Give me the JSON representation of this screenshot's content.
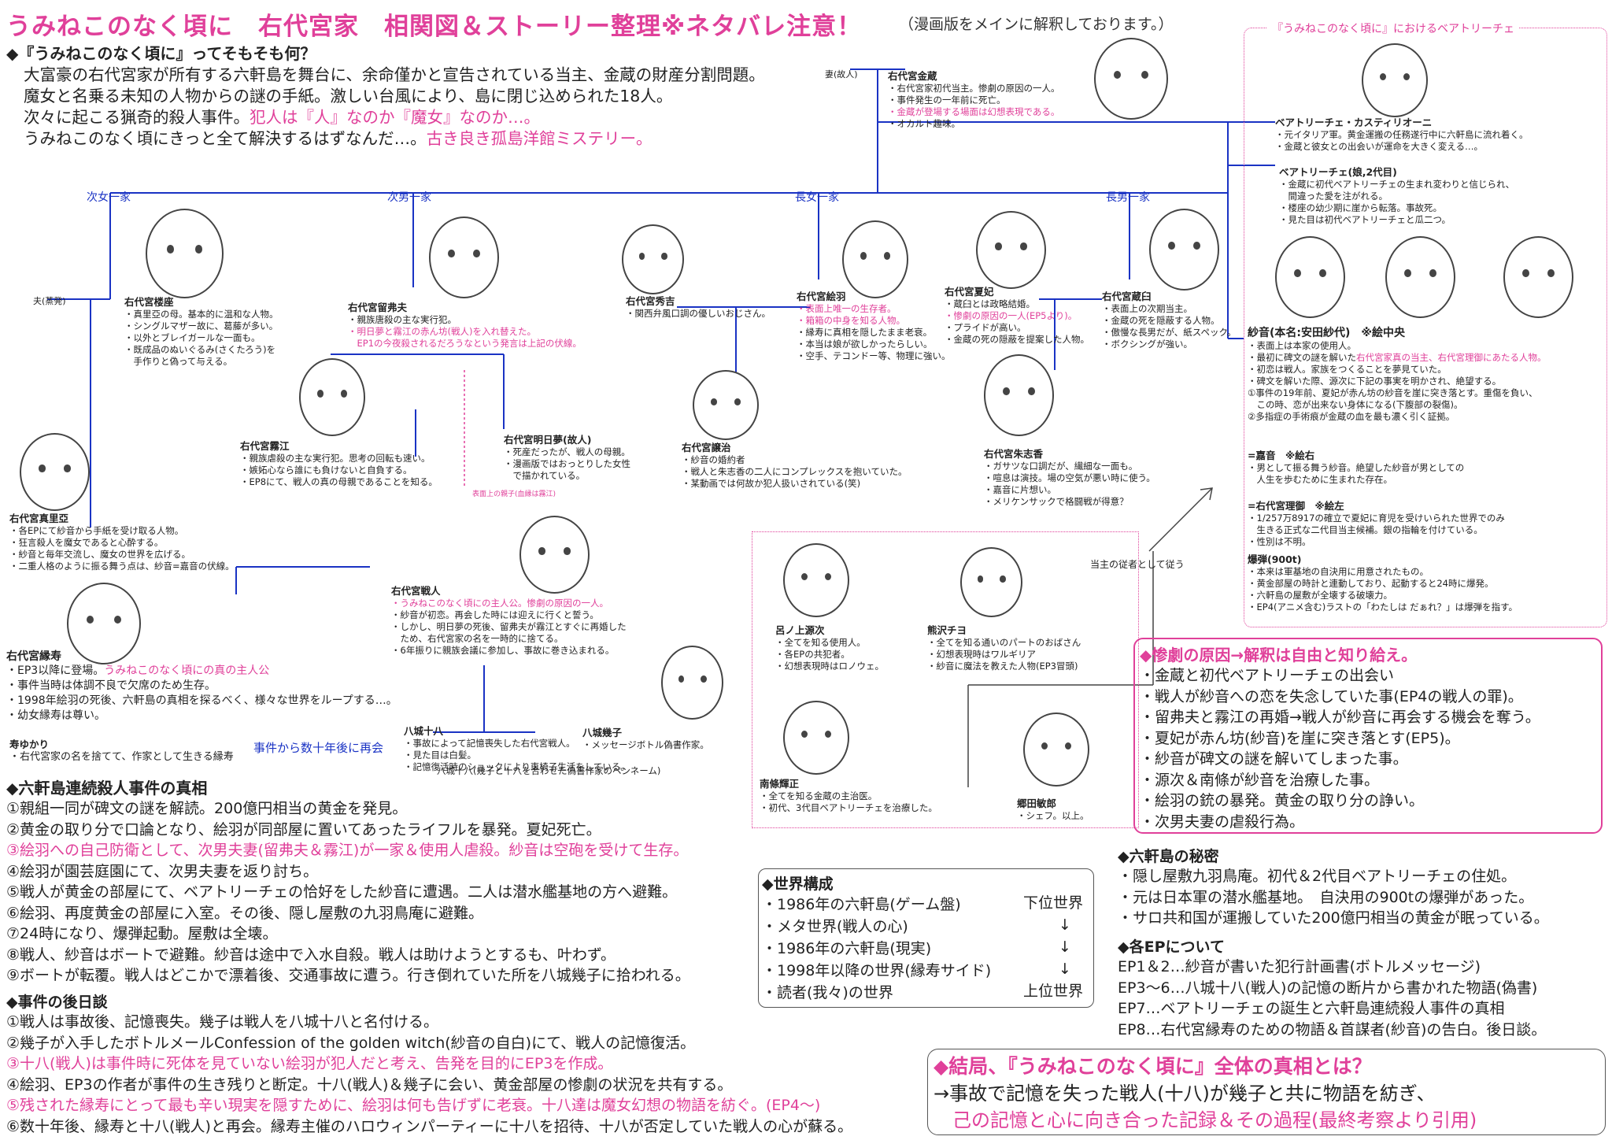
{
  "header": {
    "title": "うみねこのなく頃に　右代宮家　相関図＆ストーリー整理※ネタバレ注意！",
    "subtitle": "（漫画版をメインに解釈しております。）"
  },
  "intro": {
    "heading": "◆『うみねこのなく頃に』ってそもそも何？",
    "lines": [
      "大富豪の右代宮家が所有する六軒島を舞台に、余命僅かと宣告されている当主、金蔵の財産分割問題。",
      "魔女と名乗る未知の人物からの謎の手紙。激しい台風により、島に閉じ込められた18人。",
      "次々に起こる猟奇的殺人事件。",
      "犯人は『人』なのか『魔女』なのか…。",
      "うみねこのなく頃にきっと全て解決するはずなんだ…。",
      "古き良き孤島洋館ミステリー。"
    ]
  },
  "families": {
    "jijo": "次女一家",
    "jinan": "次男一家",
    "chojo": "長女一家",
    "chonan": "長男一家",
    "husband_jijo": "夫(蒸発)",
    "wife_kinzo": "妻(故人)"
  },
  "kinzo": {
    "name": "右代宮金蔵",
    "notes": [
      "・右代宮家初代当主。惨劇の原因の一人。",
      "・事件発生の一年前に死亡。"
    ],
    "pink_note": "・金蔵が登場する場面は幻想表現である。",
    "notes2": [
      "・オカルト趣味。"
    ]
  },
  "beatrice_box": {
    "heading": "『うみねこのなく頃に』におけるベアトリーチェ",
    "b1_name": "ベアトリーチェ・カスティリオーニ",
    "b1_notes": [
      "・元イタリア軍。黄金運搬の任務遂行中に六軒島に流れ着く。",
      "・金蔵と彼女との出会いが運命を大きく変える…。"
    ],
    "b2_name": "ベアトリーチェ(娘,2代目)",
    "b2_notes": [
      "・金蔵に初代ベアトリーチェの生まれ変わりと信じられ、",
      "　間違った愛を注がれる。",
      "・楼座の幼少期に崖から転落。事故死。",
      "・見た目は初代ベアトリーチェと瓜二つ。"
    ],
    "shannon_name": "紗音(本名:安田紗代)　※絵中央",
    "shannon_notes": [
      "・表面上は本家の使用人。",
      "・最初に碑文の謎を解いた"
    ],
    "shannon_pink": "右代宮家真の当主、右代宮理御にあたる人物。",
    "shannon_notes2": [
      "・初恋は戦人。家族をつくることを夢見ていた。",
      "・碑文を解いた際、源次に下記の事実を明かされ、絶望する。",
      "①事件の19年前、夏妃が赤ん坊の紗音を崖に突き落とす。重傷を負い、",
      "　この時、恋が出来ない身体になる(下腹部の裂傷)。",
      "②多指症の手術痕が金蔵の血を最も濃く引く証拠。"
    ],
    "kanon_name": "=嘉音　※絵右",
    "kanon_notes": [
      "・男として振る舞う紗音。絶望した紗音が男としての",
      "　人生を歩むために生まれた存在。"
    ],
    "rio_name": "=右代宮理御　※絵左",
    "rio_notes": [
      "・1/257万8917の確立で夏妃に育児を受けいられた世界でのみ",
      "　生きる正式な二代目当主候補。銀の指輪を付けている。",
      "・性別は不明。"
    ],
    "bomb_name": "爆弾(900t)",
    "bomb_notes": [
      "・本来は軍基地の自決用に用意されたもの。",
      "・黄金部屋の時計と連動しており、起動すると24時に爆発。",
      "・六軒島の屋敷が全壊する破壊力。",
      "・EP4(アニメ含む)ラストの「わたしは だぁれ？」は爆弾を指す。"
    ]
  },
  "characters": {
    "rosa": {
      "name": "右代宮楼座",
      "notes": [
        "・真里亞の母。基本的に温和な人物。",
        "・シングルマザー故に、葛藤が多い。",
        "・以外とブレイガールな一面も。",
        "・既成品のぬいぐるみ(さくたろう)を",
        "　手作りと偽って与える。"
      ]
    },
    "maria": {
      "name": "右代宮真里亞",
      "notes": [
        "・各EPにて紗音から手紙を受け取る人物。",
        "・狂言殺人を魔女であると心酔する。",
        "・紗音と毎年交流し、魔女の世界を広げる。",
        "・二重人格のように振る舞う点は、紗音=嘉音の伏線。"
      ]
    },
    "rudolf": {
      "name": "右代宮留弗夫",
      "notes": [
        "・親族唐殺の主な実行犯。"
      ],
      "pink": [
        "・明日夢と霧江の赤ん坊(戦人)を入れ替えた。",
        "　EP1の今夜殺されるだろうなという発言は上記の伏線。"
      ]
    },
    "kyrie": {
      "name": "右代宮霧江",
      "notes": [
        "・親族虐殺の主な実行犯。思考の回転も速い。",
        "・嫉妬心なら誰にも負けないと自負する。",
        "・EP8にて、戦人の真の母親であることを知る。"
      ]
    },
    "asumu": {
      "name": "右代宮明日夢(故人)",
      "notes": [
        "・死産だったが、戦人の母親。",
        "・漫画版ではおっとりした女性",
        "　で描かれている。"
      ]
    },
    "hideyoshi": {
      "name": "右代宮秀吉",
      "notes": [
        "・関西弁風口調の優しいおじさん。"
      ]
    },
    "eva": {
      "name": "右代宮絵羽",
      "pink": [
        "・表面上唯一の生存者。",
        "・箱箱の中身を知る人物。"
      ],
      "notes": [
        "・縁寿に真相を隠したまま老衰。",
        "・本当は娘が欲しかったらしい。",
        "・空手、テコンドー等、物理に強い。"
      ]
    },
    "natsuhi": {
      "name": "右代宮夏妃",
      "notes": [
        "・蔵臼とは政略結婚。"
      ],
      "pink": [
        "・惨劇の原因の一人(EP5より)。"
      ],
      "notes2": [
        "・プライドが高い。",
        "・金蔵の死の隠蔽を提案した人物。"
      ]
    },
    "krauss": {
      "name": "右代宮蔵臼",
      "notes": [
        "・表面上の次期当主。",
        "・金蔵の死を隠蔽する人物。",
        "・傲慢な長男だが、紙スペック。",
        "・ボクシングが強い。"
      ]
    },
    "george": {
      "name": "右代宮譲治",
      "notes": [
        "・紗音の婚約者",
        "・戦人と朱志香の二人にコンプレックスを抱いていた。",
        "・某動画では何故か犯人扱いされている(笑)"
      ]
    },
    "jessica": {
      "name": "右代宮朱志香",
      "notes": [
        "・ガサツな口調だが、繊細な一面も。",
        "・喧息は演技。場の空気が悪い時に使う。",
        "・嘉音に片想い。",
        "・メリケンサックで格闘戦が得意？"
      ]
    },
    "battler": {
      "name": "右代宮戦人",
      "pink": [
        "・うみねこのなく頃にの主人公。惨劇の原因の一人。"
      ],
      "notes": [
        "・紗音が初恋。再会した時には迎えに行くと誓う。",
        "・しかし、明日夢の死後、留弗夫が霧江とすぐに再婚した",
        "　ため、右代宮家の名を一時的に捨てる。",
        "・6年振りに親族会議に参加し、事故に巻き込まれる。"
      ]
    },
    "ange": {
      "name": "右代宮縁寿",
      "notes_pre": "・EP3以降に登場。",
      "pink": "うみねこのなく頃にの真の主人公",
      "notes": [
        "・事件当時は体調不良で欠席のため生存。",
        "・1998年絵羽の死後、六軒島の真相を探るべく、様々な世界をループする…。",
        "・幼女縁寿は尊い。"
      ]
    },
    "yukari": {
      "name": "寿ゆかり",
      "notes": [
        "・右代宮家の名を捨てて、作家として生きる縁寿"
      ]
    },
    "tohya": {
      "name": "八城十八",
      "notes": [
        "・事故によって記憶喪失した右代宮戦人。",
        "・見た目は白髪。",
        "・記憶復活時のショックにより車椅子生活をしている。"
      ]
    },
    "ikuko": {
      "name": "八城幾子",
      "notes": [
        "・メッセージボトル偽書作家。"
      ]
    },
    "tohya_ikuko": "八城十八(幾子と十八を合わせた偽書作家のペンネーム)",
    "reunion": "事件から数十年後に再会",
    "real_parent": "表面上の親子(血縁は霧江)"
  },
  "servants": {
    "follow_label": "当主の従者として従う",
    "genji": {
      "name": "呂ノ上源次",
      "notes": [
        "・全てを知る使用人。",
        "・各EPの共犯者。",
        "・幻想表現時はロノウェ。"
      ]
    },
    "kumasawa": {
      "name": "熊沢チヨ",
      "notes": [
        "・全てを知る通いのパートのおばさん",
        "・幻想表現時はワルギリア",
        "・紗音に魔法を教えた人物(EP3冒頭)"
      ]
    },
    "nanjo": {
      "name": "南條輝正",
      "notes": [
        "・全てを知る金蔵の主治医。",
        "・初代、3代目ベアトリーチェを治療した。"
      ]
    },
    "gohda": {
      "name": "郷田敏郎",
      "notes": [
        "・シェフ。以上。"
      ]
    }
  },
  "truth": {
    "heading": "◆六軒島連続殺人事件の真相",
    "items": [
      "①親組一同が碑文の謎を解読。200億円相当の黄金を発見。",
      "②黄金の取り分で口論となり、絵羽が同部屋に置いてあったライフルを暴発。夏妃死亡。"
    ],
    "pink_item": "③絵羽への自己防衛として、次男夫妻(留弗夫＆霧江)が一家＆使用人虐殺。紗音は空砲を受けて生存。",
    "items2": [
      "④絵羽が園芸庭園にて、次男夫妻を返り討ち。",
      "⑤戦人が黄金の部屋にて、ベアトリーチェの恰好をした紗音に遭遇。二人は潜水艦基地の方へ避難。",
      "⑥絵羽、再度黄金の部屋に入室。その後、隠し屋敷の九羽鳥庵に避難。",
      "⑦24時になり、爆弾起動。屋敷は全壊。",
      "⑧戦人、紗音はボートで避難。紗音は途中で入水自殺。戦人は助けようとするも、叶わず。",
      "⑨ボートが転覆。戦人はどこかで漂着後、交通事故に遭う。行き倒れていた所を八城幾子に拾われる。"
    ]
  },
  "aftermath": {
    "heading": "◆事件の後日談",
    "items": [
      "①戦人は事故後、記憶喪失。幾子は戦人を八城十八と名付ける。",
      "②幾子が入手したボトルメールConfession of the golden witch(紗音の自白)にて、戦人の記憶復活。"
    ],
    "pink_item": "③十八(戦人)は事件時に死体を見ていない絵羽が犯人だと考え、告発を目的にEP3を作成。",
    "items2": [
      "④絵羽、EP3の作者が事件の生き残りと断定。十八(戦人)＆幾子に会い、黄金部屋の惨劇の状況を共有する。"
    ],
    "pink_item2": "⑤残された縁寿にとって最も辛い現実を隠すために、絵羽は何も告げずに老衰。十八達は魔女幻想の物語を紡ぐ。(EP4～)",
    "items3": [
      "⑥数十年後、縁寿と十八(戦人)と再会。縁寿主催のハロウィンパーティーに十八を招待、十八が否定していた戦人の心が蘇る。"
    ]
  },
  "world": {
    "heading": "◆世界構成",
    "items": [
      "・1986年の六軒島(ゲーム盤)",
      "・メタ世界(戦人の心)",
      "・1986年の六軒島(現実)",
      "・1998年以降の世界(縁寿サイド)",
      "・読者(我々)の世界"
    ],
    "lower": "下位世界",
    "upper": "上位世界",
    "arrow": "↓"
  },
  "cause": {
    "heading": "◆惨劇の原因→解釈は自由と知り給え。",
    "items": [
      "・金蔵と初代ベアトリーチェの出会い",
      "・戦人が紗音への恋を失念していた事(EP4の戦人の罪)。",
      "・留弗夫と霧江の再婚→戦人が紗音に再会する機会を奪う。",
      "・夏妃が赤ん坊(紗音)を崖に突き落とす(EP5)。",
      "・紗音が碑文の謎を解いてしまった事。",
      "・源次＆南條が紗音を治療した事。",
      "・絵羽の銃の暴発。黄金の取り分の諍い。",
      "・次男夫妻の虐殺行為。"
    ]
  },
  "secret": {
    "heading": "◆六軒島の秘密",
    "items": [
      "・隠し屋敷九羽鳥庵。初代＆2代目ベアトリーチェの住処。",
      "・元は日本軍の潜水艦基地。　自決用の900tの爆弾があった。",
      "・サロ共和国が運搬していた200億円相当の黄金が眠っている。"
    ]
  },
  "episodes": {
    "heading": "◆各EPについて",
    "items": [
      "EP1＆2…紗音が書いた犯行計画書(ボトルメッセージ)",
      "EP3～6…八城十八(戦人)の記憶の断片から書かれた物語(偽書)",
      "EP7…ベアトリーチェの誕生と六軒島連続殺人事件の真相",
      "EP8…右代宮縁寿のための物語＆首謀者(紗音)の告白。後日談。"
    ]
  },
  "conclusion": {
    "heading": "◆結局、『うみねこのなく頃に』全体の真相とは？",
    "line1": "→事故で記憶を失った戦人(十八)が幾子と共に物語を紡ぎ、",
    "line2": "　己の記憶と心に向き合った記録＆その過程(最終考察より引用)"
  },
  "colors": {
    "accent": "#e0409a",
    "family_line": "#1a33c4",
    "text": "#222222"
  }
}
